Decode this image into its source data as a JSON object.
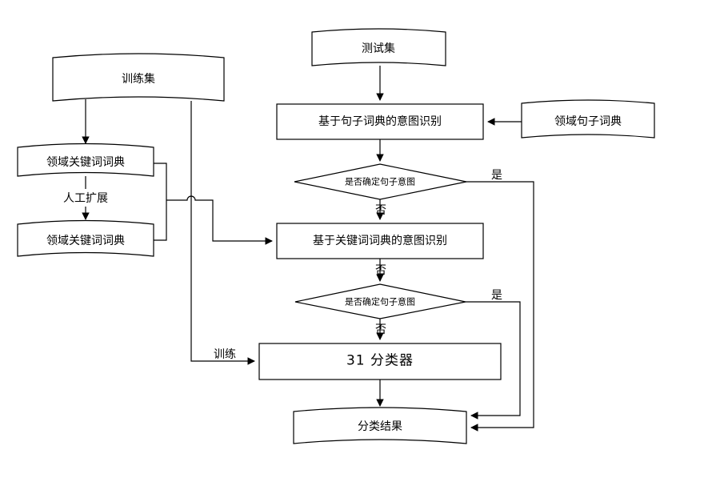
{
  "nodes": {
    "training_set": "训练集",
    "domain_keyword_dict_1": "领域关键词词典",
    "manual_expand": "人工扩展",
    "domain_keyword_dict_2": "领域关键词词典",
    "test_set": "测试集",
    "sentence_dict_intent": "基于句子词典的意图识别",
    "domain_sentence_dict": "领域句子词典",
    "decision_1": "是否确定句子意图",
    "keyword_dict_intent": "基于关键词词典的意图识别",
    "decision_2": "是否确定句子意图",
    "classifier": "31 分类器",
    "result": "分类结果"
  },
  "edge_labels": {
    "yes_1": "是",
    "no_1": "否",
    "no_mid": "否",
    "yes_2": "是",
    "no_2": "否",
    "train": "训练"
  }
}
